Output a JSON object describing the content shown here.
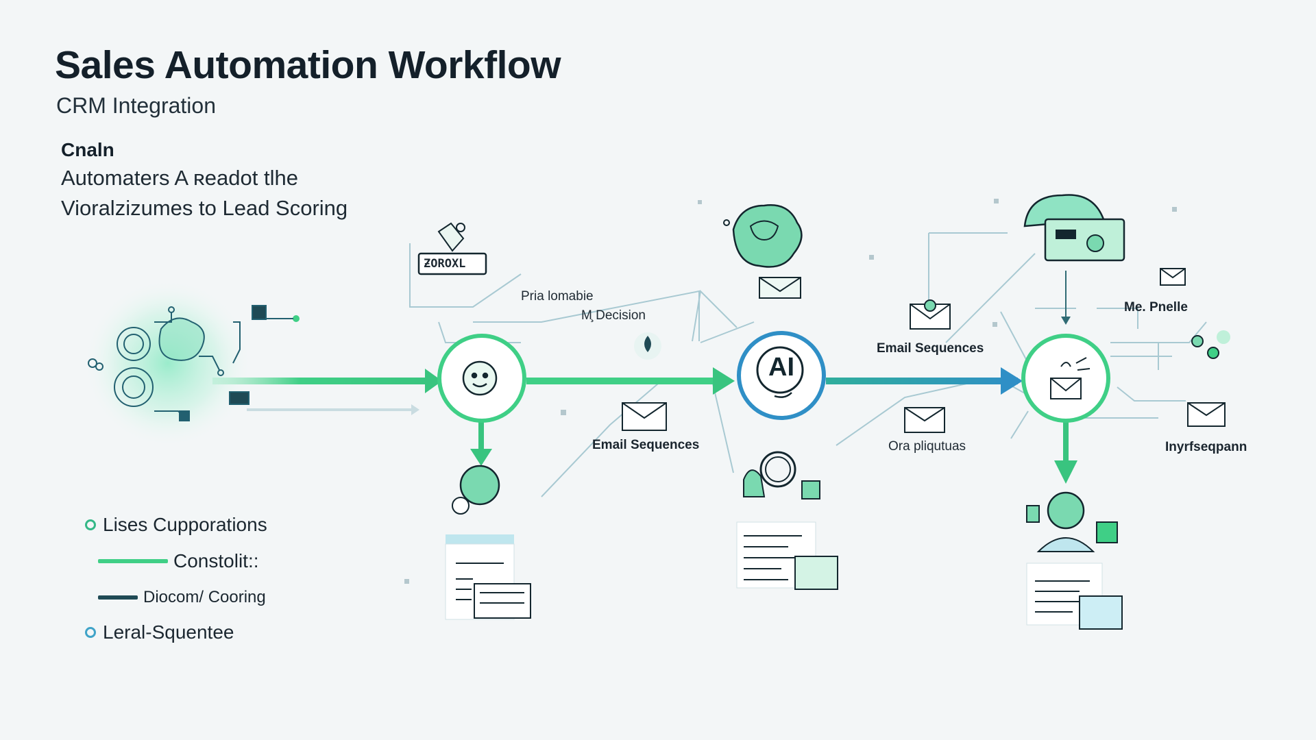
{
  "header": {
    "title": "Sales Automation Workflow",
    "subtitle": "CRM Integration"
  },
  "description": {
    "heading": "Cnaln",
    "line1": "Automaters A ʀeadot tlhe",
    "line2": "Vioralzizumes to Lead Scoring"
  },
  "legend": {
    "items": [
      {
        "label": "Lises Cupporations",
        "marker": "dot",
        "color": "#34b887"
      },
      {
        "label": "Constolit::",
        "marker": "line",
        "color": "#3fcf86"
      },
      {
        "label": "Diocom/ Cooring",
        "marker": "line",
        "color": "#1f4a55"
      },
      {
        "label": "Leral-Squentee",
        "marker": "dot",
        "color": "#3fa3c8"
      }
    ]
  },
  "diagram": {
    "badge_label": "ƵOROXL",
    "label_pria": "Pria lomabie",
    "label_decision": "M̧ Decision",
    "label_email_top": "Email Sequences",
    "label_email_bottom": "Email Sequences",
    "label_ora": "Ora pliqutuas",
    "label_profile": "Me. Pnelle",
    "label_inyrf": "Inyrfseqpann",
    "ai_node_text": "AI"
  },
  "colors": {
    "green": "#3fcf86",
    "teal": "#2f9ab8",
    "dark": "#1f4a55",
    "mint": "#5fd9a8",
    "line": "#9fc6cf"
  }
}
